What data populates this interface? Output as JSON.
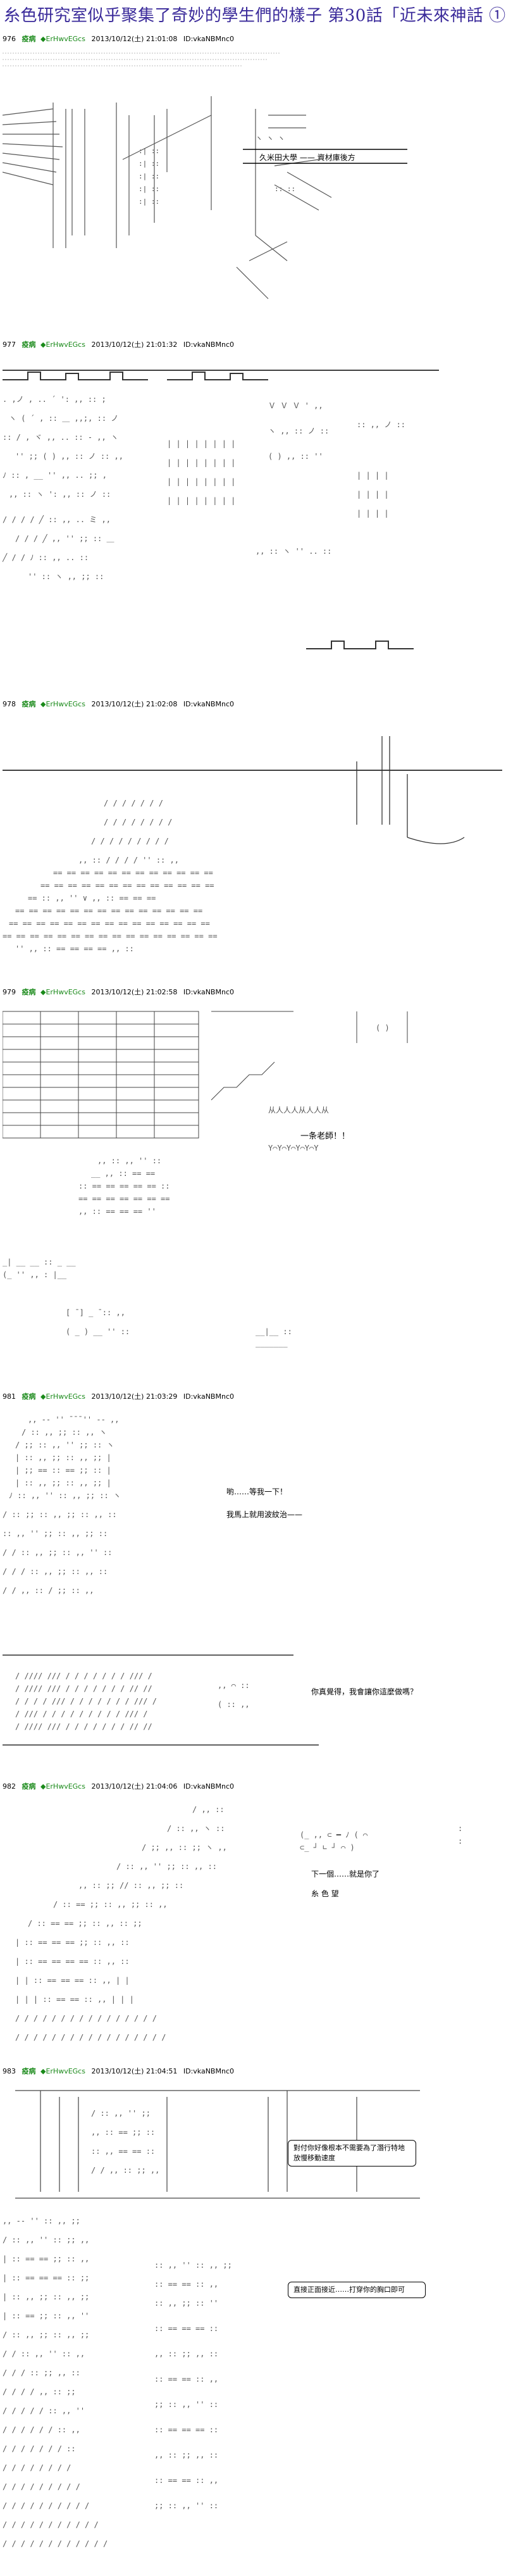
{
  "page_title": "糸色研究室似乎聚集了奇妙的學生們的樣子  第30話「近未來神話 ①」",
  "posts": [
    {
      "num": "976",
      "name": "疫病",
      "trip": "◆ErHwvEGcs",
      "date": "2013/10/12(土) 21:01:08",
      "id": "ID:vkaNBMnc0"
    },
    {
      "num": "977",
      "name": "疫病",
      "trip": "◆ErHwvEGcs",
      "date": "2013/10/12(土) 21:01:32",
      "id": "ID:vkaNBMnc0"
    },
    {
      "num": "978",
      "name": "疫病",
      "trip": "◆ErHwvEGcs",
      "date": "2013/10/12(土) 21:02:08",
      "id": "ID:vkaNBMnc0"
    },
    {
      "num": "979",
      "name": "疫病",
      "trip": "◆ErHwvEGcs",
      "date": "2013/10/12(土) 21:02:58",
      "id": "ID:vkaNBMnc0"
    },
    {
      "num": "981",
      "name": "疫病",
      "trip": "◆ErHwvEGcs",
      "date": "2013/10/12(土) 21:03:29",
      "id": "ID:vkaNBMnc0"
    },
    {
      "num": "982",
      "name": "疫病",
      "trip": "◆ErHwvEGcs",
      "date": "2013/10/12(土) 21:04:06",
      "id": "ID:vkaNBMnc0"
    },
    {
      "num": "983",
      "name": "疫病",
      "trip": "◆ErHwvEGcs",
      "date": "2013/10/12(土) 21:04:51",
      "id": "ID:vkaNBMnc0"
    }
  ],
  "texts": {
    "p976_label": "久米田大學 —— 資材庫後方",
    "p979_shout": "一条老師！！",
    "p981_line1": "喲……等我一下！",
    "p981_line2": "我馬上就用波紋治——",
    "p981_line3": "你真覺得，我會讓你這麼做嗎？",
    "p982_line1": "下一個……就是你了",
    "p982_line2": "糸 色 望",
    "p983_line1": "對付你好像根本不需要為了潛行特地放慢移動速度",
    "p983_line2": "直接正面接近……打穿你的胸口即可"
  }
}
